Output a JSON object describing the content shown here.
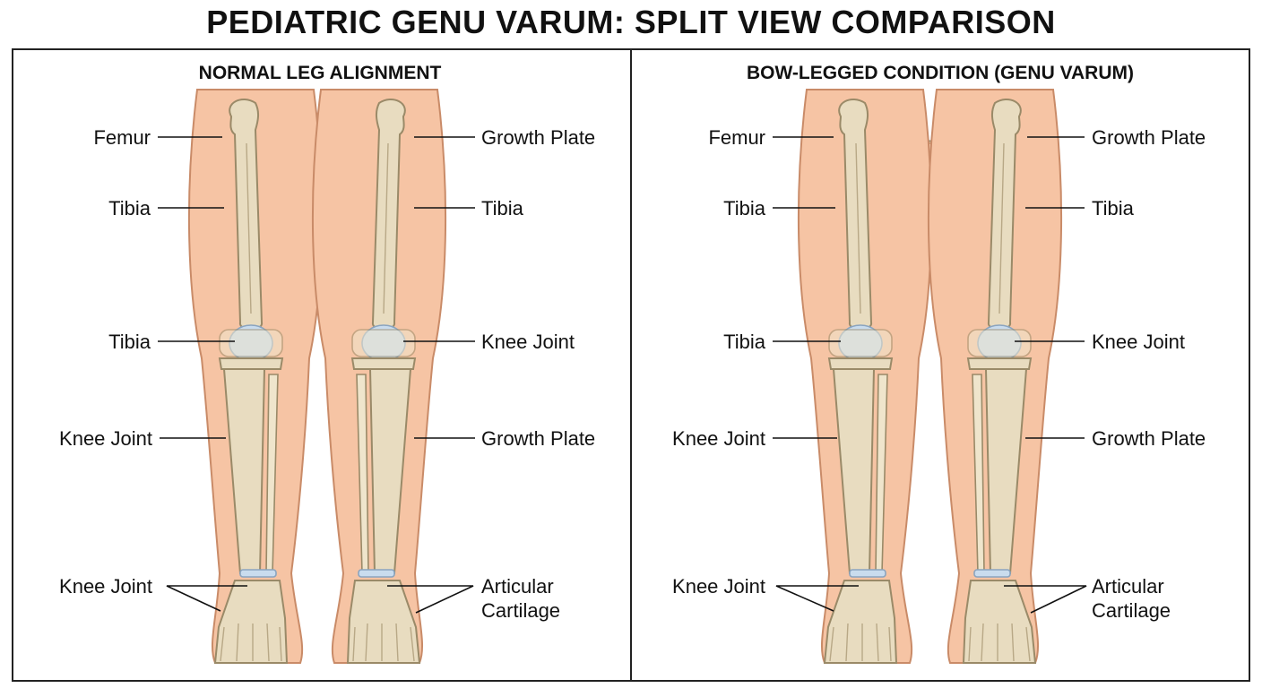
{
  "title": "PEDIATRIC GENU VARUM: SPLIT VIEW COMPARISON",
  "panels": [
    {
      "heading": "NORMAL LEG ALIGNMENT",
      "left_labels": [
        "Femur",
        "Tibia",
        "Tibia",
        "Knee Joint",
        "Knee Joint"
      ],
      "right_labels": [
        "Growth Plate",
        "Tibia",
        "Knee Joint",
        "Growth Plate",
        "Articular",
        "Cartilage"
      ]
    },
    {
      "heading": "BOW-LEGGED CONDITION (GENU VARUM)",
      "left_labels": [
        "Femur",
        "Tibia",
        "Tibia",
        "Knee Joint",
        "Knee Joint"
      ],
      "right_labels": [
        "Growth Plate",
        "Tibia",
        "Knee Joint",
        "Growth Plate",
        "Articular",
        "Cartilage"
      ]
    }
  ],
  "colors": {
    "skin": "#f6c4a4",
    "bone": "#e8dcc0",
    "cartilage": "#c9dcee",
    "frame": "#222222"
  }
}
